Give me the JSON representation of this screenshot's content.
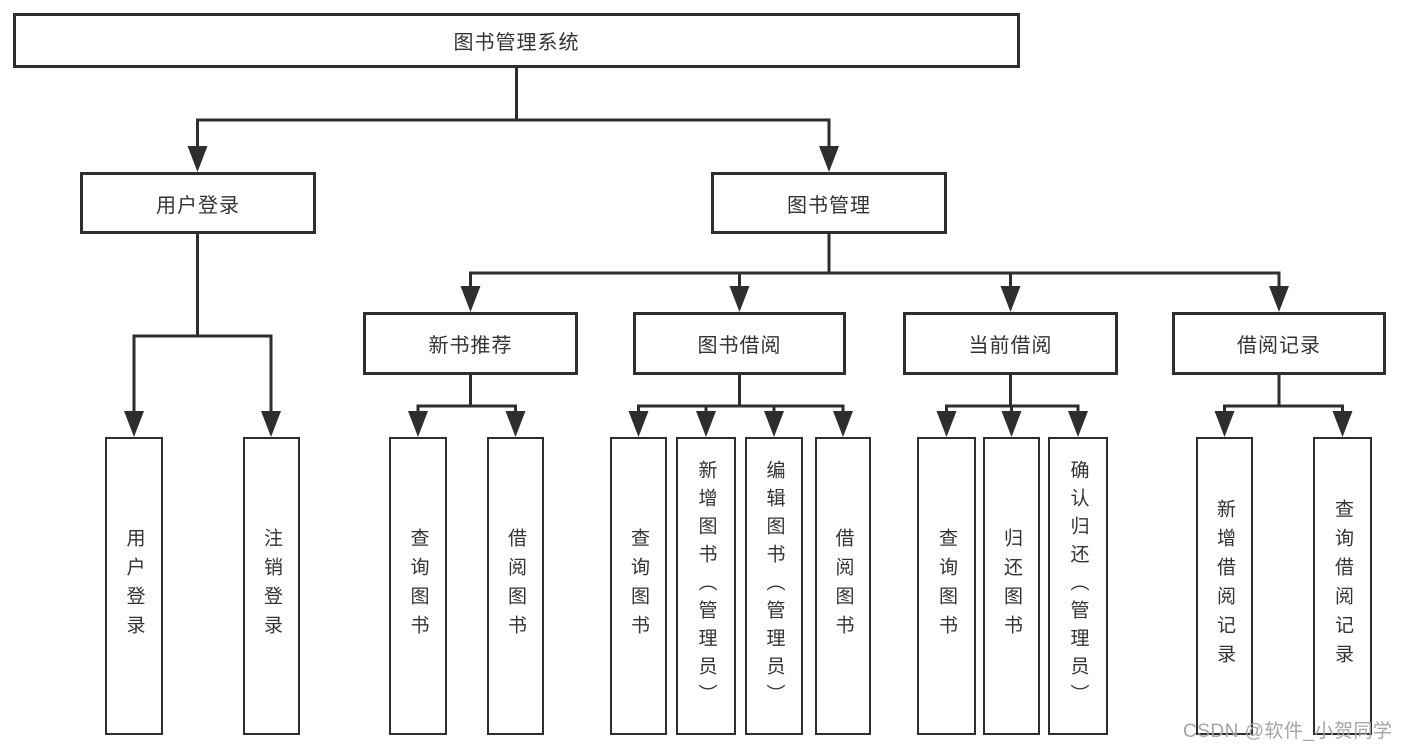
{
  "diagram": {
    "root": {
      "label": "图书管理系统"
    },
    "level2": [
      {
        "label": "用户登录",
        "children": [
          {
            "label": "用户登录"
          },
          {
            "label": "注销登录"
          }
        ]
      },
      {
        "label": "图书管理",
        "children": [
          {
            "label": "新书推荐",
            "children": [
              {
                "label": "查询图书"
              },
              {
                "label": "借阅图书"
              }
            ]
          },
          {
            "label": "图书借阅",
            "children": [
              {
                "label": "查询图书"
              },
              {
                "label": "新增图书（管理员）"
              },
              {
                "label": "编辑图书（管理员）"
              },
              {
                "label": "借阅图书"
              }
            ]
          },
          {
            "label": "当前借阅",
            "children": [
              {
                "label": "查询图书"
              },
              {
                "label": "归还图书"
              },
              {
                "label": "确认归还（管理员）"
              }
            ]
          },
          {
            "label": "借阅记录",
            "children": [
              {
                "label": "新增借阅记录"
              },
              {
                "label": "查询借阅记录"
              }
            ]
          }
        ]
      }
    ]
  },
  "watermark": {
    "text": "CSDN @软件_小贺同学"
  },
  "colors": {
    "line": "#2e2e2e",
    "box_border": "#2e2e2e",
    "text": "#333333",
    "watermark": "#a5a5a5",
    "background": "#ffffff"
  }
}
